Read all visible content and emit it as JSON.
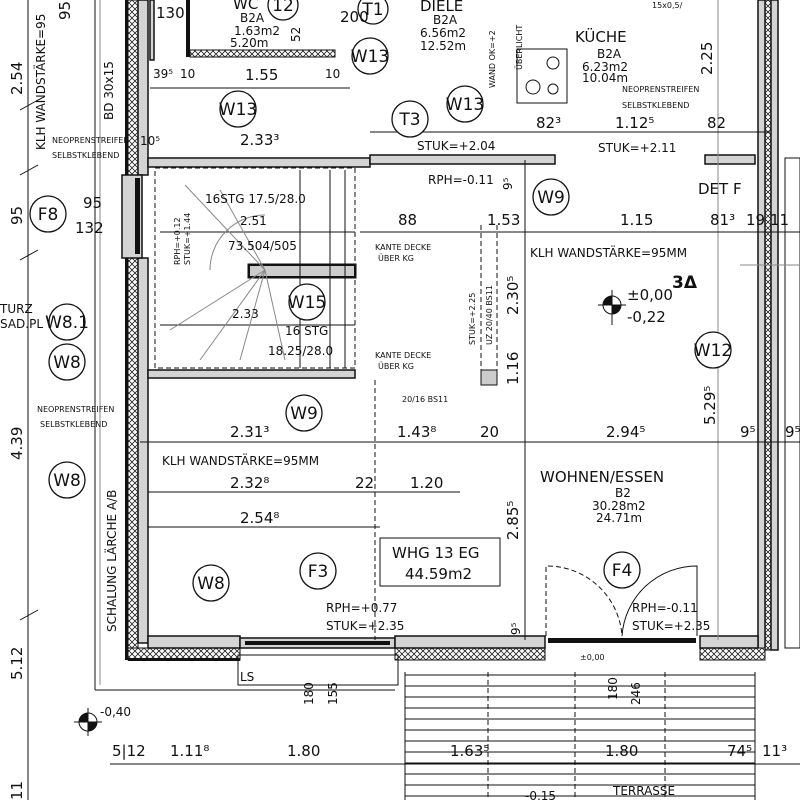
{
  "plan": {
    "unit_box": {
      "title": "WHG 13 EG",
      "area": "44.59m2"
    },
    "rooms": {
      "wc": {
        "name": "WC",
        "code": "B2A",
        "area": "1.63m2",
        "perimeter": "5.20m"
      },
      "diele": {
        "name": "DIELE",
        "code": "B2A",
        "area": "6.56m2",
        "perimeter": "12.52m"
      },
      "kueche": {
        "name": "KÜCHE",
        "code": "B2A",
        "area": "6.23m2",
        "perimeter": "10.04m"
      },
      "wohnen": {
        "name": "WOHNEN/ESSEN",
        "code": "B2",
        "area": "30.28m2",
        "perimeter": "24.71m"
      },
      "terrasse": {
        "name": "TERRASSE"
      }
    },
    "tags": [
      "F8",
      "W8.1",
      "W8",
      "W8",
      "W8",
      "F3",
      "F4",
      "W9",
      "W9",
      "W13",
      "W13",
      "W13",
      "T3",
      "W12",
      "W15",
      "T1",
      "12"
    ],
    "notes": {
      "klh_top": "KLH WANDSTÄRKE=95MM",
      "klh_mid": "KLH WANDSTÄRKE=95MM",
      "klh_left": "KLH WANDSTÄRKE=95",
      "neopren1": "NEOPRENSTREIFEN",
      "selbst1": "SELBSTKLEBEND",
      "neopren2": "NEOPRENSTREIFEN",
      "selbst2": "SELBSTKLEBEND",
      "neopren3": "NEOPRENSTREIFEN",
      "selbst3": "SELBSTKLEBEND",
      "bd": "BD 30x15",
      "schalung": "SCHALUNG LÄRCHE A/B",
      "det_f": "DET F",
      "stair1": "16STG 17.5/28.0",
      "stair1b": "2.51",
      "stair1c": "73.504/505",
      "stair2": "16 STG",
      "stair2b": "18.25/28.0",
      "stair2c": "2.33",
      "kante1a": "KANTE DECKE",
      "kante1b": "ÜBER KG",
      "kante2a": "KANTE DECKE",
      "kante2b": "ÜBER KG",
      "beam": "20/16 BS11",
      "uz": "UZ 20/40 BS11",
      "stuk_beam": "STUK=+2.25",
      "rph_stair": "RPH=+0.12",
      "stuk_stair": "STUK=+1.44",
      "stuk_t3": "STUK=+2.04",
      "stuk_k": "STUK=+2.11",
      "rph_t3": "RPH=-0.11",
      "rph_f3": "RPH=+0.77",
      "stuk_f3": "STUK=+2.35",
      "rph_f4": "RPH=-0.11",
      "stuk_f4": "STUK=+2.35",
      "ls": "LS",
      "wand": "WAND OK=+2",
      "ueberlicht": "ÜBERLICHT",
      "turz": "TURZ",
      "sadpl": "SAD.PL",
      "three": "3Δ",
      "level_a": "±0,00",
      "level_b": "-0,22",
      "level_out": "-0,40",
      "level_door": "±0,00",
      "level_ter": "-0,15",
      "fridge": "15x0,5/"
    },
    "dims": {
      "v254": "2.54",
      "v95": "95",
      "v439": "4.39",
      "v512": "5.12",
      "v11": "11",
      "v95b": "95",
      "d130": "130",
      "d200": "200",
      "d52": "52",
      "d395": "39⁵",
      "d10a": "10",
      "d155": "1.55",
      "d10b": "10",
      "d2333": "2.33³",
      "d105": "10⁵",
      "d95f": "95",
      "d132": "132",
      "d88": "88",
      "d153": "1.53",
      "d115": "1.15",
      "d813": "81³",
      "d19": "19",
      "d11": "11",
      "d823": "82³",
      "d1125": "1.12⁵",
      "d82b": "82",
      "d225": "2.25",
      "d95k": "9⁵",
      "d2305": "2.30⁵",
      "d116": "1.16",
      "d5295": "5.29⁵",
      "d2313": "2.31³",
      "d1438": "1.43⁸",
      "d20": "20",
      "d2945": "2.94⁵",
      "d95r": "9⁵",
      "d95r2": "9⁵",
      "d2328": "2.32⁸",
      "d22": "22",
      "d120": "1.20",
      "d2548": "2.54⁸",
      "d2855": "2.85⁵",
      "d95w": "9⁵",
      "d180a": "180",
      "d155b": "155",
      "d180b": "180",
      "d246": "246",
      "b512": "5|12",
      "b1118": "1.11⁸",
      "b180": "1.80",
      "b1635": "1.63⁵",
      "b180b": "1.80",
      "b745": "74⁵",
      "b113": "11³"
    }
  }
}
